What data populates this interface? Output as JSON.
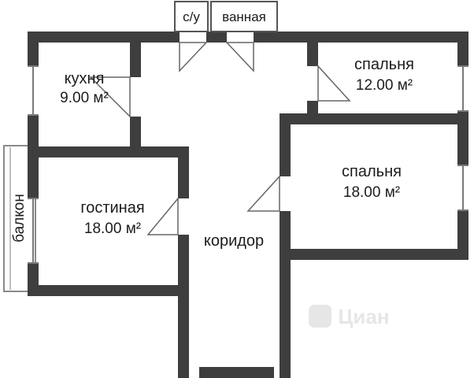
{
  "rooms": {
    "kitchen": {
      "name": "кухня",
      "area": "9.00 м²"
    },
    "bedroom_12": {
      "name": "спальня",
      "area": "12.00 м²"
    },
    "bedroom_18": {
      "name": "спальня",
      "area": "18.00 м²"
    },
    "living_room": {
      "name": "гостиная",
      "area": "18.00 м²"
    },
    "corridor": {
      "name": "коридор"
    },
    "balcony": {
      "name": "балкон"
    },
    "wc": {
      "name": "с/у"
    },
    "bathroom": {
      "name": "ванная"
    }
  },
  "colors": {
    "wall": "#3e3e3e",
    "window_line": "#7a7a7a",
    "door_line": "#666666",
    "text": "#1c1c1c",
    "background": "#ffffff"
  },
  "watermark": {
    "label": "Циан"
  }
}
